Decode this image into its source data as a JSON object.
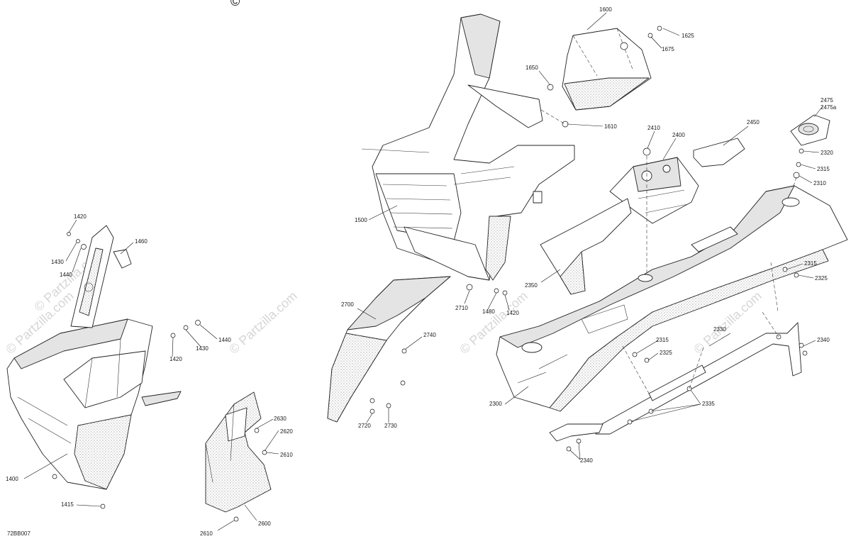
{
  "document": {
    "code": "72BB007",
    "watermark": "© Partzilla.com",
    "copyright_symbol": "©"
  },
  "callouts": {
    "c1420a": "1420",
    "c1430a": "1430",
    "c1440a": "1440",
    "c1460": "1460",
    "c1400": "1400",
    "c1415": "1415",
    "c1420b": "1420",
    "c1430b": "1430",
    "c1440b": "1440",
    "c2630": "2630",
    "c2620": "2620",
    "c2610a": "2610",
    "c2610b": "2610",
    "c2600": "2600",
    "c1500": "1500",
    "c1600": "1600",
    "c1625": "1625",
    "c1675": "1675",
    "c1650": "1650",
    "c1610": "1610",
    "c2700": "2700",
    "c2740": "2740",
    "c2720": "2720",
    "c2730": "2730",
    "c2710": "2710",
    "c1480": "1480",
    "c1420c": "1420",
    "c2410": "2410",
    "c2400": "2400",
    "c2450": "2450",
    "c2475": "2475",
    "c2475a": "2475a",
    "c2320": "2320",
    "c2315a": "2315",
    "c2310": "2310",
    "c2315b": "2315",
    "c2325a": "2325",
    "c2350": "2350",
    "c2300": "2300",
    "c2315c": "2315",
    "c2325b": "2325",
    "c2330": "2330",
    "c2340a": "2340",
    "c2335": "2335",
    "c2340b": "2340"
  }
}
